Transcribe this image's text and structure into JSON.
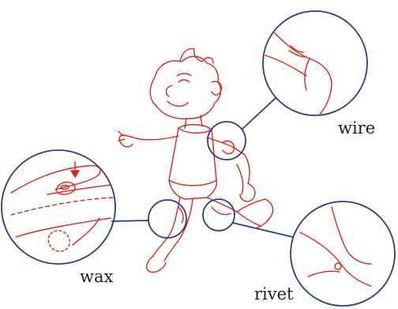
{
  "labels": {
    "wire": "wire",
    "wax": "wax",
    "rivet": "rivet"
  },
  "colors": {
    "line": "#d8261c",
    "callout": "#2c3a8c",
    "background": "#ffffff",
    "text": "#1f1f1f"
  }
}
